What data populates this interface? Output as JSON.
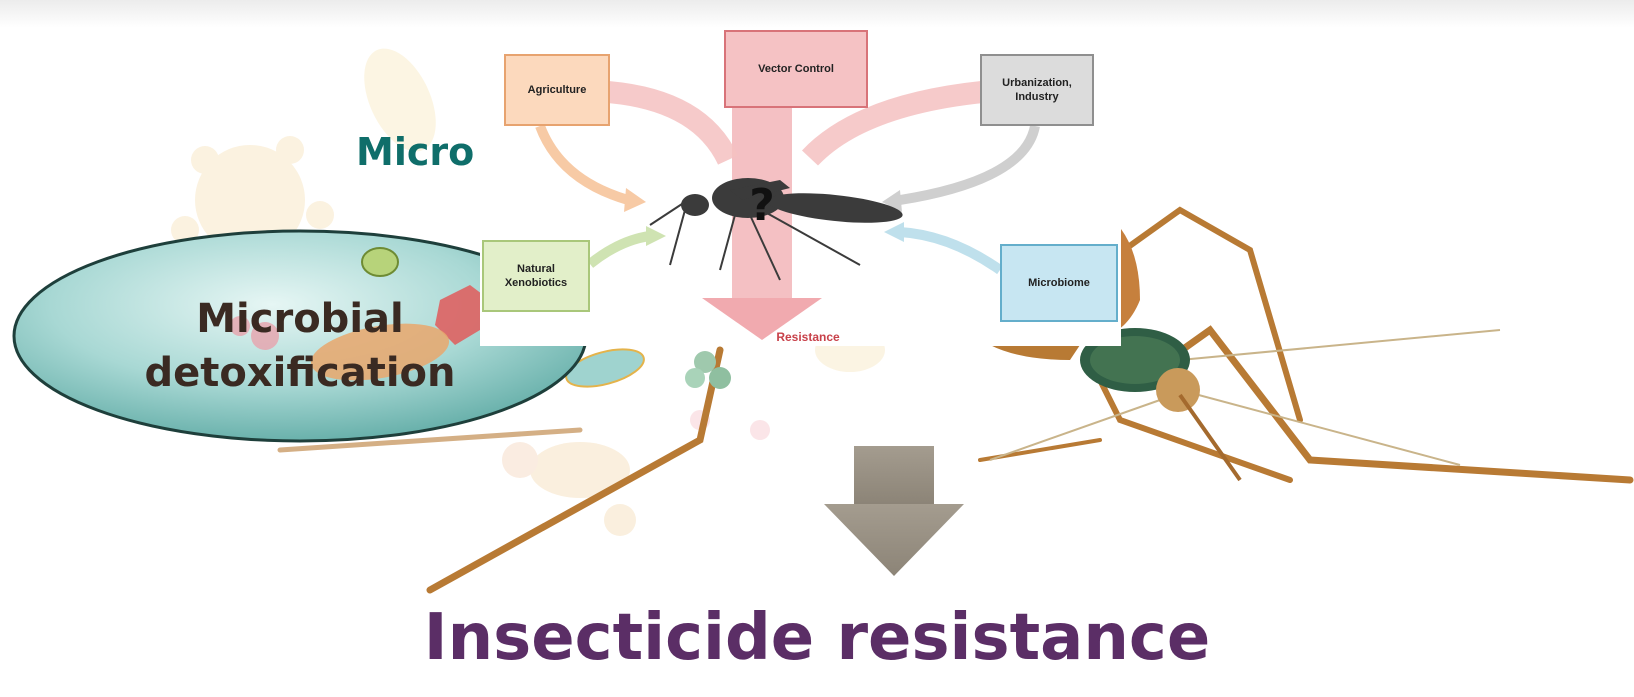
{
  "slide": {
    "title": "Insecticide resistance",
    "partial_heading": "Micro",
    "ellipse_label_line1": "Microbial",
    "ellipse_label_line2": "detoxification"
  },
  "diagram": {
    "nodes": {
      "agriculture": "Agriculture",
      "vector_control": "Vector Control",
      "urbanization_line1": "Urbanization,",
      "urbanization_line2": "Industry",
      "natural_line1": "Natural",
      "natural_line2": "Xenobiotics",
      "microbiome": "Microbiome"
    },
    "center_symbol": "?",
    "output_label": "Resistance"
  },
  "colors": {
    "title": "#5b2e66",
    "heading_teal": "#0f6e6a",
    "ellipse_fill": "#a8d8d4",
    "arrow_grey": "#9c9487",
    "resistance_red": "#c8414a"
  }
}
